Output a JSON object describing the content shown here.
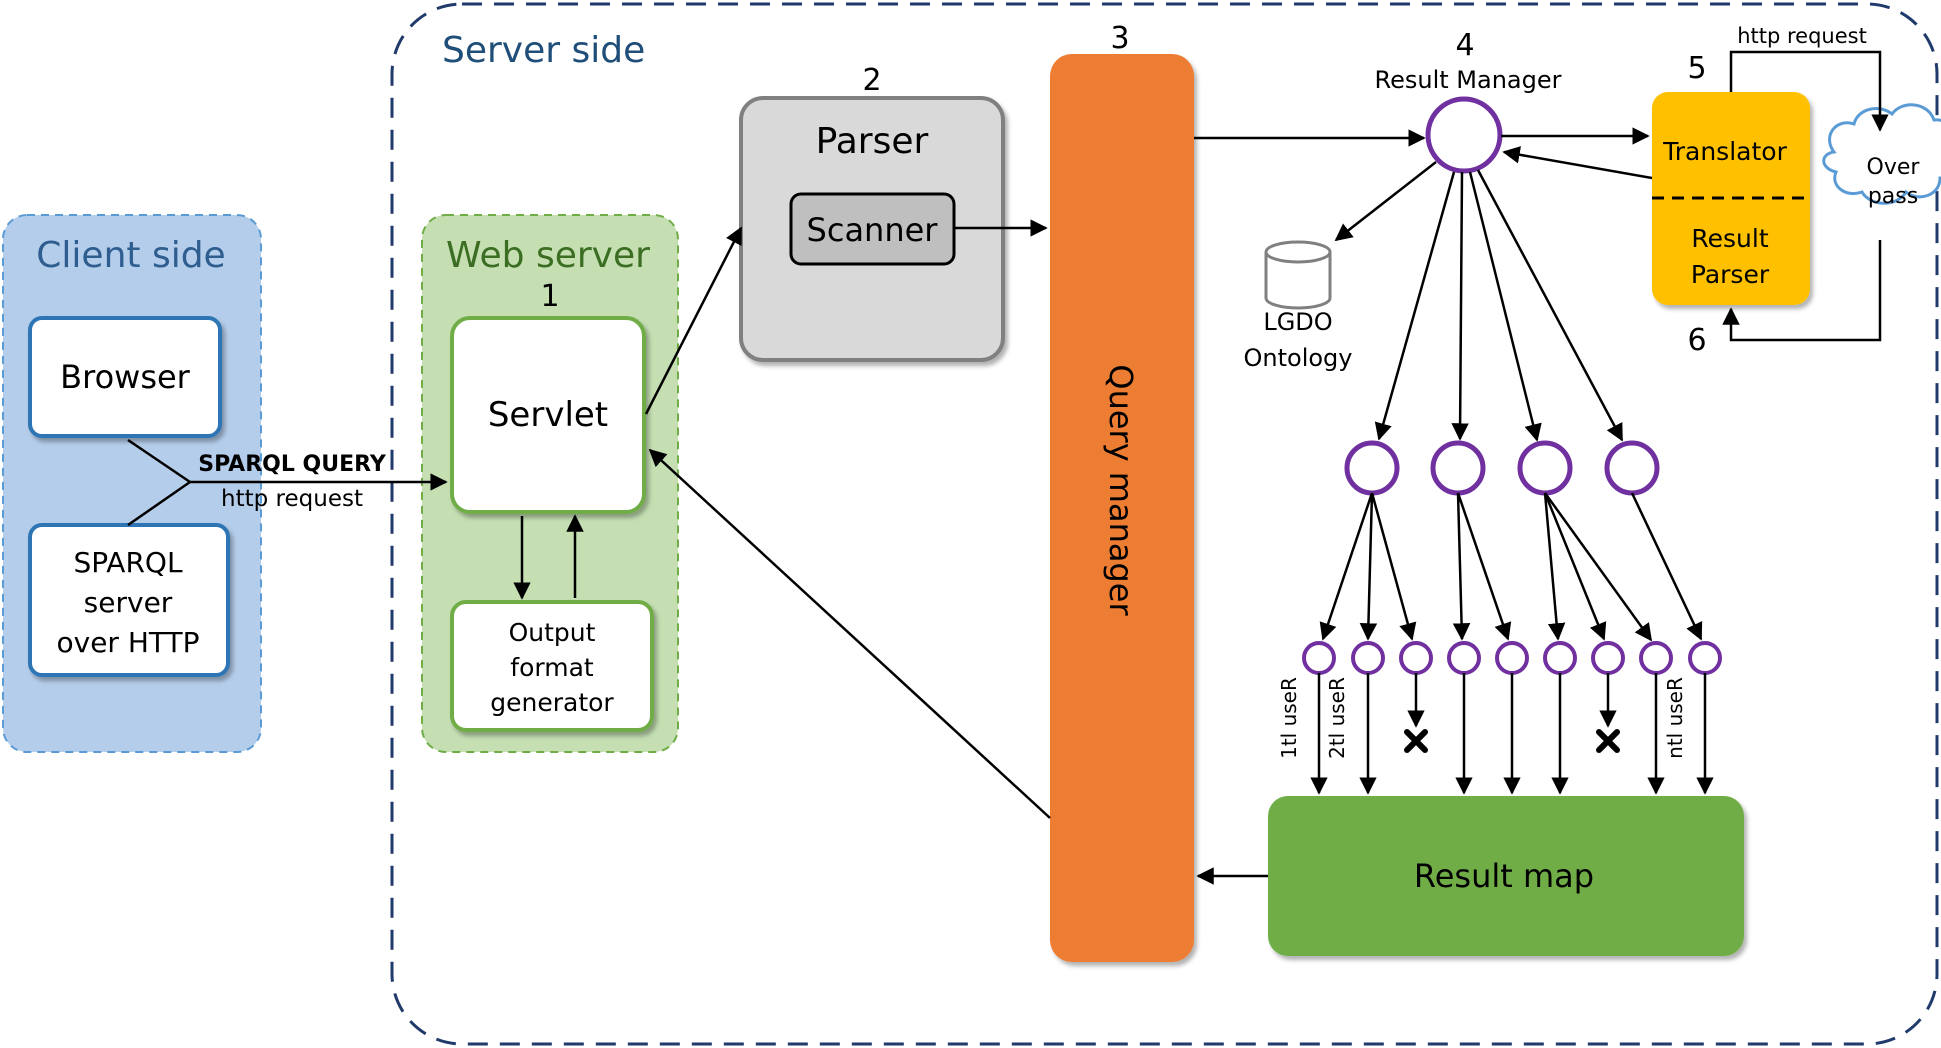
{
  "regions": {
    "server_side": "Server side",
    "client_side": "Client side",
    "web_server": "Web server"
  },
  "client": {
    "browser": "Browser",
    "sparql_server": [
      "SPARQL",
      "server",
      "over HTTP"
    ]
  },
  "request": {
    "sparql_query": "SPARQL QUERY",
    "http_request": "http request"
  },
  "web_server": {
    "number": "1",
    "servlet": "Servlet",
    "output_generator": [
      "Output",
      "format",
      "generator"
    ]
  },
  "parser": {
    "number": "2",
    "title": "Parser",
    "scanner": "Scanner"
  },
  "query_manager": {
    "number": "3",
    "label": "Query manager"
  },
  "result_manager": {
    "number": "4",
    "label": "Result Manager"
  },
  "translator": {
    "number": "5",
    "translator_label": "Translator",
    "result_parser": [
      "Result",
      "Parser"
    ],
    "http_request": "http request",
    "return_number": "6"
  },
  "overpass": [
    "Over",
    "pass"
  ],
  "ontology": [
    "LGDO",
    "Ontology"
  ],
  "rules": [
    "1tl useR",
    "2tl useR",
    "ntl useR"
  ],
  "result_map": "Result map",
  "colors": {
    "client_fill": "#b4cdea",
    "client_border": "#5b9bd5",
    "client_title": "#2e5d8f",
    "web_fill": "#c5dfb3",
    "web_border": "#70ad47",
    "web_title": "#3b6e22",
    "server_border": "#1f3a6b",
    "server_title": "#1f4e79",
    "parser_fill": "#d9d9d9",
    "query_manager": "#ed7d31",
    "translator": "#ffc000",
    "result_map": "#70ad47",
    "node_purple": "#7030a0",
    "cloud_border": "#5b9bd5"
  }
}
